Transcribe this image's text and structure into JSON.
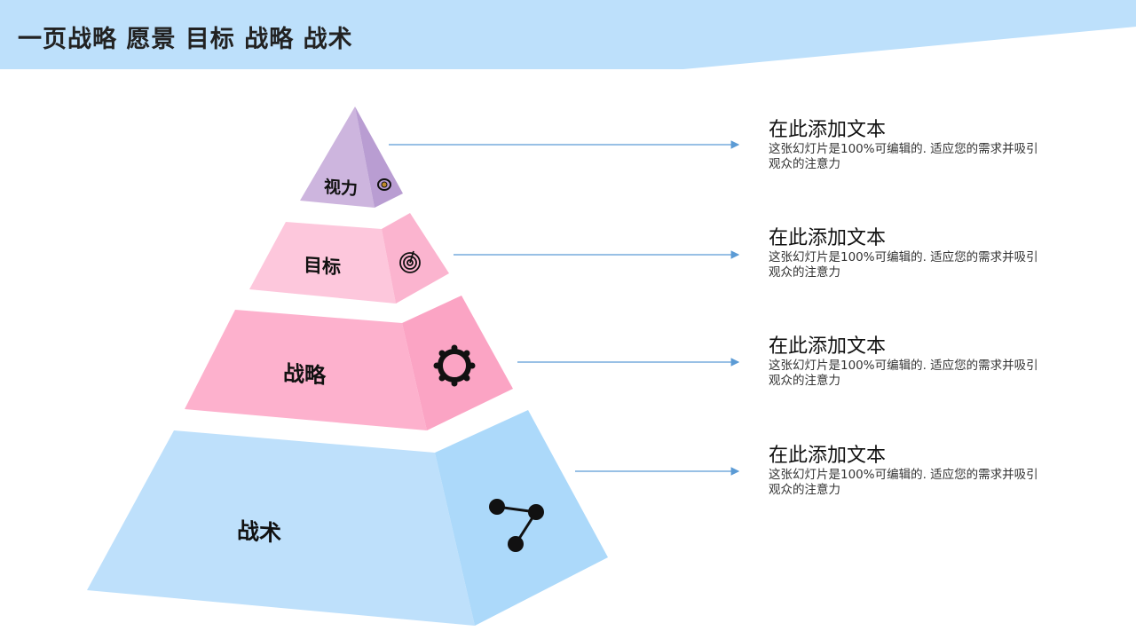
{
  "header": {
    "title": "一页战略 愿景 目标 战略 战术"
  },
  "colors": {
    "header": "#bde0fb",
    "arrow": "#5b9bd5"
  },
  "pyramid": [
    {
      "label": "视力",
      "icon": "eye-icon"
    },
    {
      "label": "目标",
      "icon": "target-icon"
    },
    {
      "label": "战略",
      "icon": "gear-icon"
    },
    {
      "label": "战术",
      "icon": "share-nodes-icon"
    }
  ],
  "blocks": [
    {
      "title": "在此添加文本",
      "desc": "这张幻灯片是100%可编辑的. 适应您的需求并吸引观众的注意力"
    },
    {
      "title": "在此添加文本",
      "desc": "这张幻灯片是100%可编辑的. 适应您的需求并吸引观众的注意力"
    },
    {
      "title": "在此添加文本",
      "desc": "这张幻灯片是100%可编辑的. 适应您的需求并吸引观众的注意力"
    },
    {
      "title": "在此添加文本",
      "desc": "这张幻灯片是100%可编辑的. 适应您的需求并吸引观众的注意力"
    }
  ]
}
